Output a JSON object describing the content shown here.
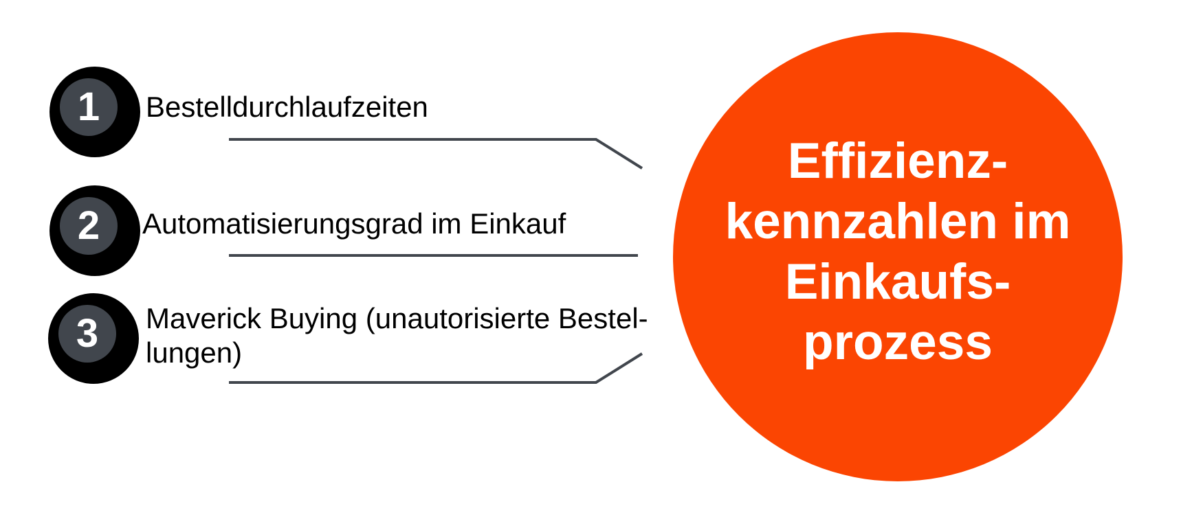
{
  "colors": {
    "accent_orange": "#fb4502",
    "badge_outer_black": "#000000",
    "badge_inner_gray": "#41464d",
    "connector_gray": "#41464d",
    "label_text": "#000000",
    "circle_text": "#ffffff"
  },
  "items": [
    {
      "number": "1",
      "lines": [
        "Bestelldurchlaufzeiten",
        ""
      ]
    },
    {
      "number": "2",
      "lines": [
        "Automatisierungsgrad im Einkauf",
        ""
      ]
    },
    {
      "number": "3",
      "lines": [
        "Maverick Buying (unautorisierte Bestel-",
        "lungen)"
      ]
    }
  ],
  "main_circle": {
    "lines": [
      "Effizienz-",
      "kennzahlen im",
      "Einkaufs-",
      "prozess"
    ]
  }
}
